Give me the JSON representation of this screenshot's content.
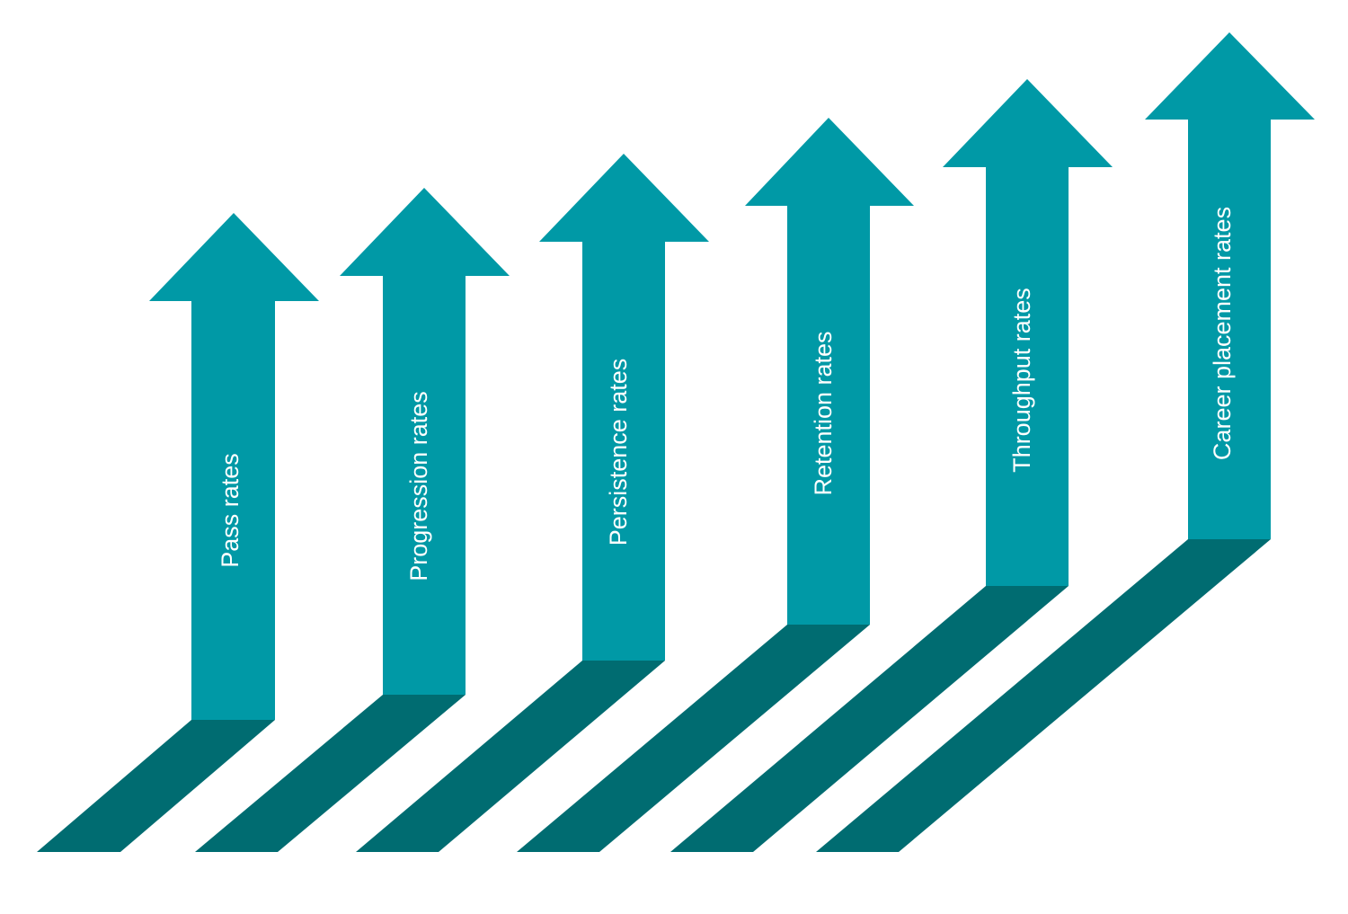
{
  "colors": {
    "arrow_face": "#0099a6",
    "arrow_shadow": "#006c71",
    "label_text": "#ffffff",
    "background": "#ffffff"
  },
  "arrows": [
    {
      "label": "Pass rates"
    },
    {
      "label": "Progression rates"
    },
    {
      "label": "Persistence rates"
    },
    {
      "label": "Retention rates"
    },
    {
      "label": "Throughput rates"
    },
    {
      "label": "Career placement rates"
    }
  ]
}
